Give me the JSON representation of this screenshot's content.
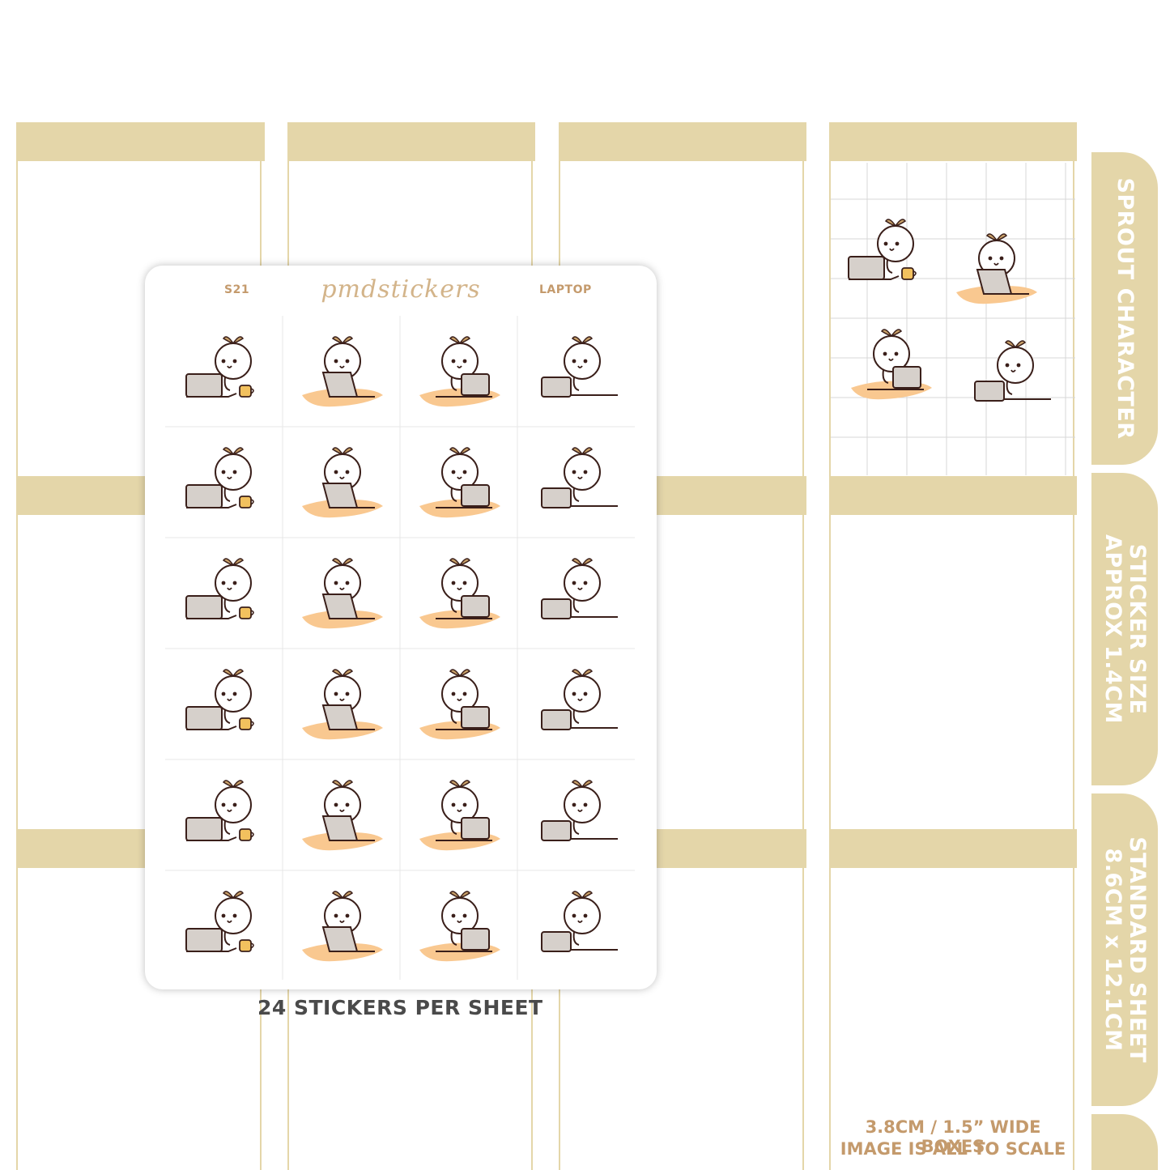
{
  "sheet": {
    "code": "S21",
    "brand": "pmdstickers",
    "name": "LAPTOP",
    "rows": 6,
    "columns": 4,
    "sticker_variants": [
      "sprout-laptop-coffee-sticker",
      "sprout-laptop-desk-sticker",
      "sprout-laptop-front-sticker",
      "sprout-laptop-side-sticker"
    ]
  },
  "tabs": {
    "character": {
      "line1": "SPROUT CHARACTER",
      "line2": ""
    },
    "size": {
      "line1": "STICKER SIZE",
      "line2": "APPROX 1.4CM"
    },
    "standard": {
      "line1": "STANDARD SHEET",
      "line2": "8.6CM x 12.1CM"
    }
  },
  "footer": {
    "count": "24 STICKERS PER SHEET",
    "box_width": "3.8CM / 1.5” WIDE BOXES",
    "scale_note": "IMAGE IS ALL TO SCALE"
  },
  "colors": {
    "planner_band": "#e4d6a9",
    "outline": "#3a1f1a",
    "laptop": "#d6d0cb",
    "desk": "#f9c890",
    "coffee": "#f2c15e",
    "leaf": "#c9a169",
    "label": "#c49a6c",
    "count_text": "#4a4a4a"
  }
}
